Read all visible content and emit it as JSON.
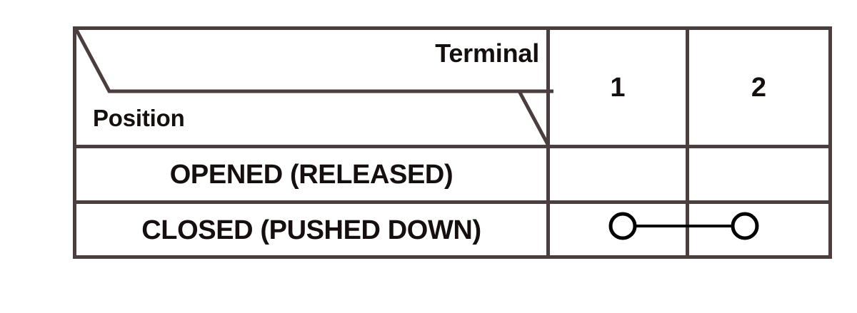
{
  "table": {
    "header": {
      "column_axis_label": "Terminal",
      "row_axis_label": "Position",
      "terminal_columns": [
        "1",
        "2"
      ]
    },
    "rows": [
      {
        "position_label": "OPENED (RELEASED)",
        "continuity": false,
        "connected_terminals": []
      },
      {
        "position_label": "CLOSED (PUSHED DOWN)",
        "continuity": true,
        "connected_terminals": [
          "1",
          "2"
        ]
      }
    ],
    "colors": {
      "border": "#4a3e3e",
      "text": "#15100f",
      "symbol": "#000000",
      "background": "#ffffff"
    }
  }
}
